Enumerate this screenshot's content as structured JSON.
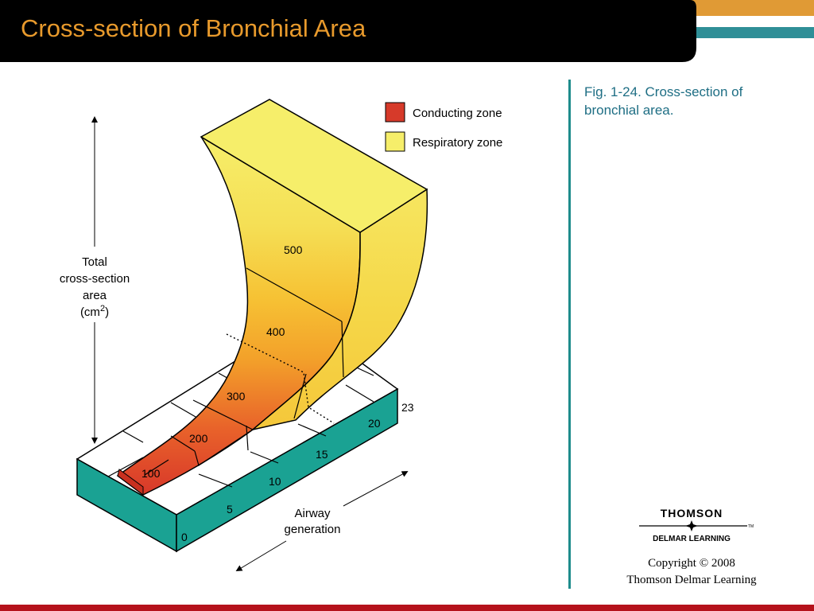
{
  "slide": {
    "title": "Cross-section of Bronchial Area",
    "caption_line1": "Fig. 1-24.  Cross-section of",
    "caption_line2": "bronchial area."
  },
  "colors": {
    "title_bar": "#000000",
    "title_text": "#e89a2c",
    "accent_orange": "#e09a35",
    "accent_teal": "#2f8f97",
    "divider": "#1e8c8c",
    "bottom_rule": "#b5121b",
    "conducting_zone": "#d63a2a",
    "respiratory_zone": "#f6ee6a",
    "base": "#1aa293"
  },
  "diagram": {
    "legend": {
      "conducting": "Conducting zone",
      "respiratory": "Respiratory zone"
    },
    "y_axis": {
      "line1": "Total",
      "line2": "cross-section",
      "line3": "area",
      "line4_prefix": "(cm",
      "line4_sup": "2",
      "line4_suffix": ")"
    },
    "area_labels": [
      "100",
      "200",
      "300",
      "400",
      "500"
    ],
    "generation_labels": [
      "0",
      "5",
      "10",
      "15",
      "20",
      "23"
    ],
    "x_axis": {
      "line1": "Airway",
      "line2": "generation"
    }
  },
  "publisher": {
    "name": "THOMSON",
    "sub": "DELMAR LEARNING",
    "tm": "TM"
  },
  "copyright": {
    "line1": "Copyright © 2008",
    "line2": "Thomson Delmar Learning"
  }
}
